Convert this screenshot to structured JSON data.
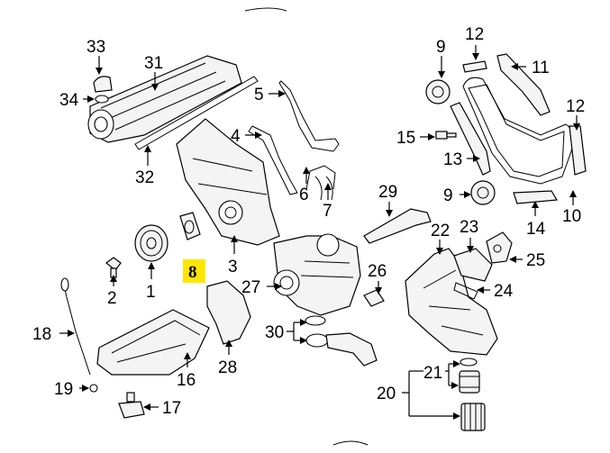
{
  "labels": {
    "l1": "1",
    "l2": "2",
    "l3": "3",
    "l4": "4",
    "l5": "5",
    "l6": "6",
    "l7": "7",
    "l8": "8",
    "l9a": "9",
    "l9b": "9",
    "l10": "10",
    "l11": "11",
    "l12a": "12",
    "l12b": "12",
    "l13": "13",
    "l14": "14",
    "l15": "15",
    "l16": "16",
    "l17": "17",
    "l18": "18",
    "l19": "19",
    "l20": "20",
    "l21": "21",
    "l22": "22",
    "l23": "23",
    "l24": "24",
    "l25": "25",
    "l26": "26",
    "l27": "27",
    "l28": "28",
    "l29": "29",
    "l30": "30",
    "l31": "31",
    "l32": "32",
    "l33": "33",
    "l34": "34"
  },
  "highlight_color": "#ffe600"
}
